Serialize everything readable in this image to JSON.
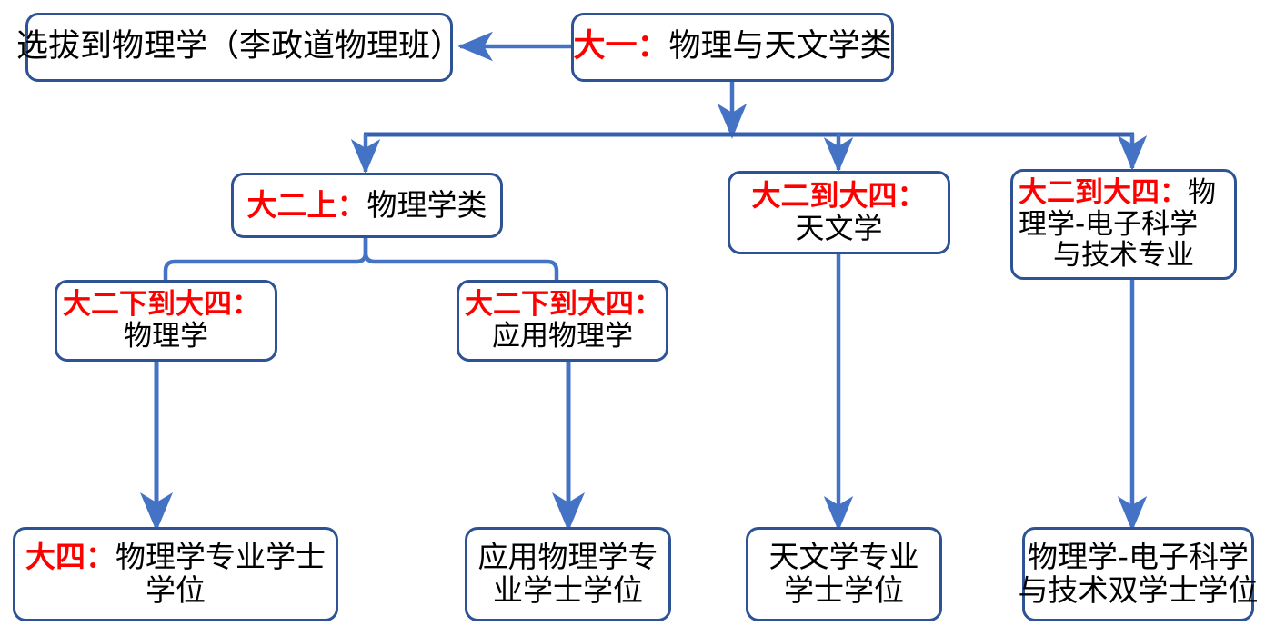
{
  "meta": {
    "title": "物理与天文学类专业分流流程图",
    "colors": {
      "node_border": "#2E5395",
      "connector_dark": "#2E5395",
      "connector_light": "#4472C4",
      "highlight_text": "#FF0000",
      "body_text": "#000000",
      "background": "#FFFFFF"
    }
  },
  "nodes": {
    "select_physics": {
      "id": "node-select",
      "lines": [
        {
          "text": "选拔到物理学（李政道物理班）",
          "color": "black"
        }
      ],
      "full_text": "选拔到物理学（李政道物理班）"
    },
    "year1": {
      "id": "node-year1",
      "stage": "大一：",
      "name": "物理与天文学类",
      "full_text": "大一：物理与天文学类"
    },
    "year2_upper": {
      "id": "node-y2a",
      "stage": "大二上：",
      "name": "物理学类",
      "full_text": "大二上：物理学类"
    },
    "astronomy": {
      "id": "node-astro",
      "stage": "大二到大四：",
      "name": "天文学",
      "full_text": "大二到大四：天文学"
    },
    "physics_ee": {
      "id": "node-phys-ee",
      "stage": "大二到大四：",
      "name_line1": "物",
      "name_line2": "理学-电子科学",
      "name_line3": "与技术专业",
      "full_text": "大二到大四：物理学-电子科学与技术专业"
    },
    "physics_major": {
      "id": "node-physics",
      "stage": "大二下到大四：",
      "name": "物理学",
      "full_text": "大二下到大四：物理学"
    },
    "applied_physics_major": {
      "id": "node-appphysics",
      "stage": "大二下到大四：",
      "name": "应用物理学",
      "full_text": "大二下到大四：应用物理学"
    },
    "degree_physics": {
      "id": "node-deg-phys",
      "stage": "大四：",
      "name_line1": "物理学专业学士",
      "name_line2": "学位",
      "full_text": "大四：物理学专业学士学位"
    },
    "degree_applied_physics": {
      "id": "node-deg-appphys",
      "line1": "应用物理学专",
      "line2": "业学士学位",
      "full_text": "应用物理学专业学士学位"
    },
    "degree_astronomy": {
      "id": "node-deg-astro",
      "line1": "天文学专业",
      "line2": "学士学位",
      "full_text": "天文学专业学士学位"
    },
    "degree_physics_ee": {
      "id": "node-deg-physee",
      "line1": "物理学-电子科学",
      "line2": "与技术双学士学位",
      "full_text": "物理学-电子科学与技术双学士学位"
    }
  },
  "edges": [
    {
      "name": "year1-to-select",
      "from": "year1",
      "to": "select_physics",
      "style": "straight-arrow",
      "direction": "left"
    },
    {
      "name": "year1-to-bus",
      "from": "year1",
      "to": "split-bus",
      "style": "straight-arrow",
      "direction": "down"
    },
    {
      "name": "bus-to-year2upper",
      "from": "split-bus",
      "to": "year2_upper",
      "style": "elbow-arrow",
      "direction": "down"
    },
    {
      "name": "bus-to-astronomy",
      "from": "split-bus",
      "to": "astronomy",
      "style": "elbow-arrow",
      "direction": "down"
    },
    {
      "name": "bus-to-physics-ee",
      "from": "split-bus",
      "to": "physics_ee",
      "style": "elbow-arrow",
      "direction": "down"
    },
    {
      "name": "year2upper-brace",
      "from": "year2_upper",
      "to": "physics_major,applied_physics_major",
      "style": "curly-brace",
      "direction": "down"
    },
    {
      "name": "physics-to-degree",
      "from": "physics_major",
      "to": "degree_physics",
      "style": "straight-arrow",
      "direction": "down"
    },
    {
      "name": "appphysics-to-degree",
      "from": "applied_physics_major",
      "to": "degree_applied_physics",
      "style": "straight-arrow",
      "direction": "down"
    },
    {
      "name": "astronomy-to-degree",
      "from": "astronomy",
      "to": "degree_astronomy",
      "style": "straight-arrow",
      "direction": "down"
    },
    {
      "name": "physicsee-to-degree",
      "from": "physics_ee",
      "to": "degree_physics_ee",
      "style": "straight-arrow",
      "direction": "down"
    }
  ]
}
